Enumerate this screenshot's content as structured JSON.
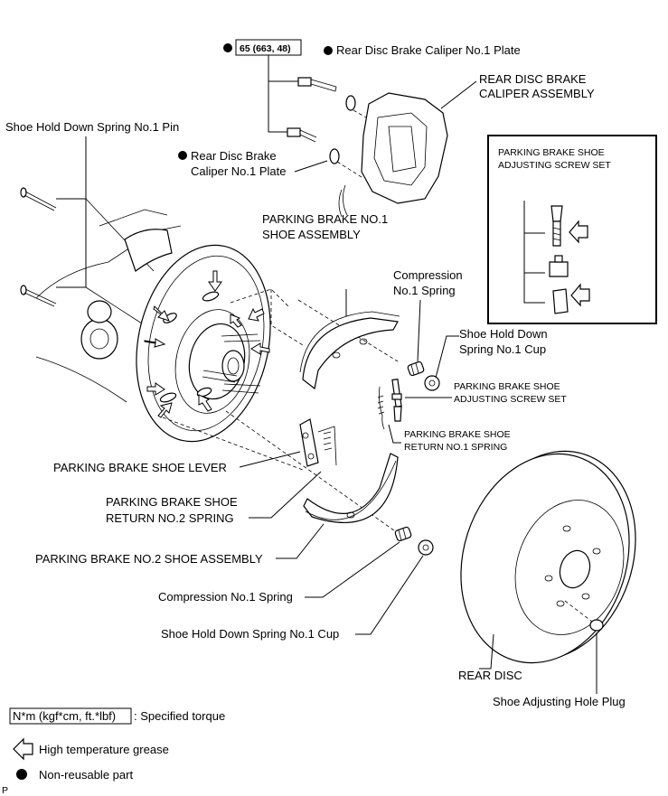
{
  "labels": {
    "torque_value": "65 (663, 48)",
    "plate_top": "Rear Disc Brake Caliper No.1 Plate",
    "caliper_l1": "REAR DISC BRAKE",
    "caliper_l2": "CALIPER ASSEMBLY",
    "pin": "Shoe Hold Down Spring No.1 Pin",
    "plate_mid_l1": "Rear Disc Brake",
    "plate_mid_l2": "Caliper No.1 Plate",
    "pb1_l1": "PARKING BRAKE NO.1",
    "pb1_l2": "SHOE ASSEMBLY",
    "inset_l1": "PARKING BRAKE SHOE",
    "inset_l2": "ADJUSTING SCREW SET",
    "comp_top_l1": "Compression",
    "comp_top_l2": "No.1 Spring",
    "cup_top_l1": "Shoe Hold Down",
    "cup_top_l2": "Spring No.1 Cup",
    "adj_l1": "PARKING BRAKE SHOE",
    "adj_l2": "ADJUSTING SCREW SET",
    "ret1_l1": "PARKING BRAKE SHOE",
    "ret1_l2": "RETURN NO.1 SPRING",
    "lever": "PARKING BRAKE SHOE LEVER",
    "ret2_l1": "PARKING BRAKE SHOE",
    "ret2_l2": "RETURN NO.2 SPRING",
    "pb2": "PARKING BRAKE NO.2 SHOE ASSEMBLY",
    "comp_bot": "Compression No.1 Spring",
    "cup_bot": "Shoe Hold Down Spring No.1 Cup",
    "disc": "REAR DISC",
    "plug": "Shoe Adjusting Hole Plug"
  },
  "legend": {
    "torque_unit": "N*m (kgf*cm, ft.*lbf)",
    "torque_desc": ": Specified torque",
    "grease": "High temperature grease",
    "nonreusable": "Non-reusable part"
  },
  "footer": "P"
}
